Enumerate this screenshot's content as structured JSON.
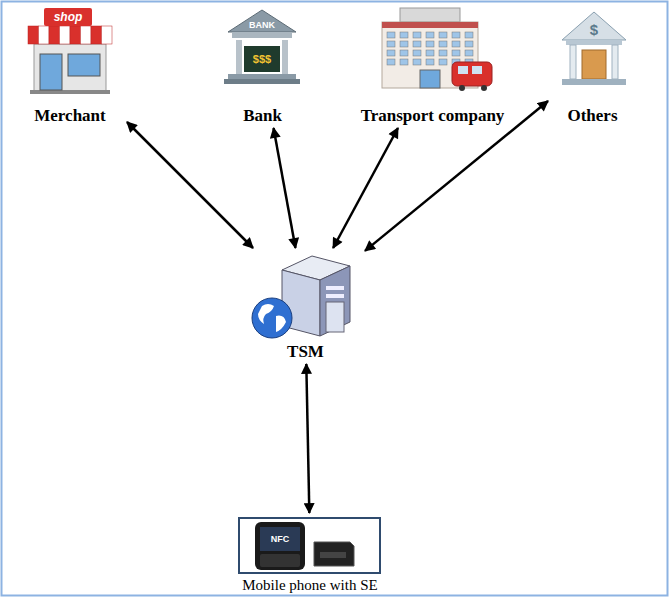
{
  "diagram": {
    "nodes": [
      {
        "text": [
          "Merchant"
        ]
      },
      {
        "text": [
          "Bank"
        ]
      },
      {
        "text": [
          "Transport company"
        ]
      },
      {
        "text": [
          "Others"
        ]
      },
      {
        "text": [
          "TSM"
        ]
      },
      {
        "text": [
          "Mobile phone with SE"
        ]
      }
    ],
    "edges": [
      {
        "from": 0,
        "to": 4,
        "arrow": "both"
      },
      {
        "from": 1,
        "to": 4,
        "arrow": "both"
      },
      {
        "from": 2,
        "to": 4,
        "arrow": "both"
      },
      {
        "from": 3,
        "to": 4,
        "arrow": "both"
      },
      {
        "from": 4,
        "to": 5,
        "arrow": "both"
      }
    ],
    "labels": [
      "shop",
      "BANK",
      "$$$",
      "$",
      "NFC"
    ]
  }
}
